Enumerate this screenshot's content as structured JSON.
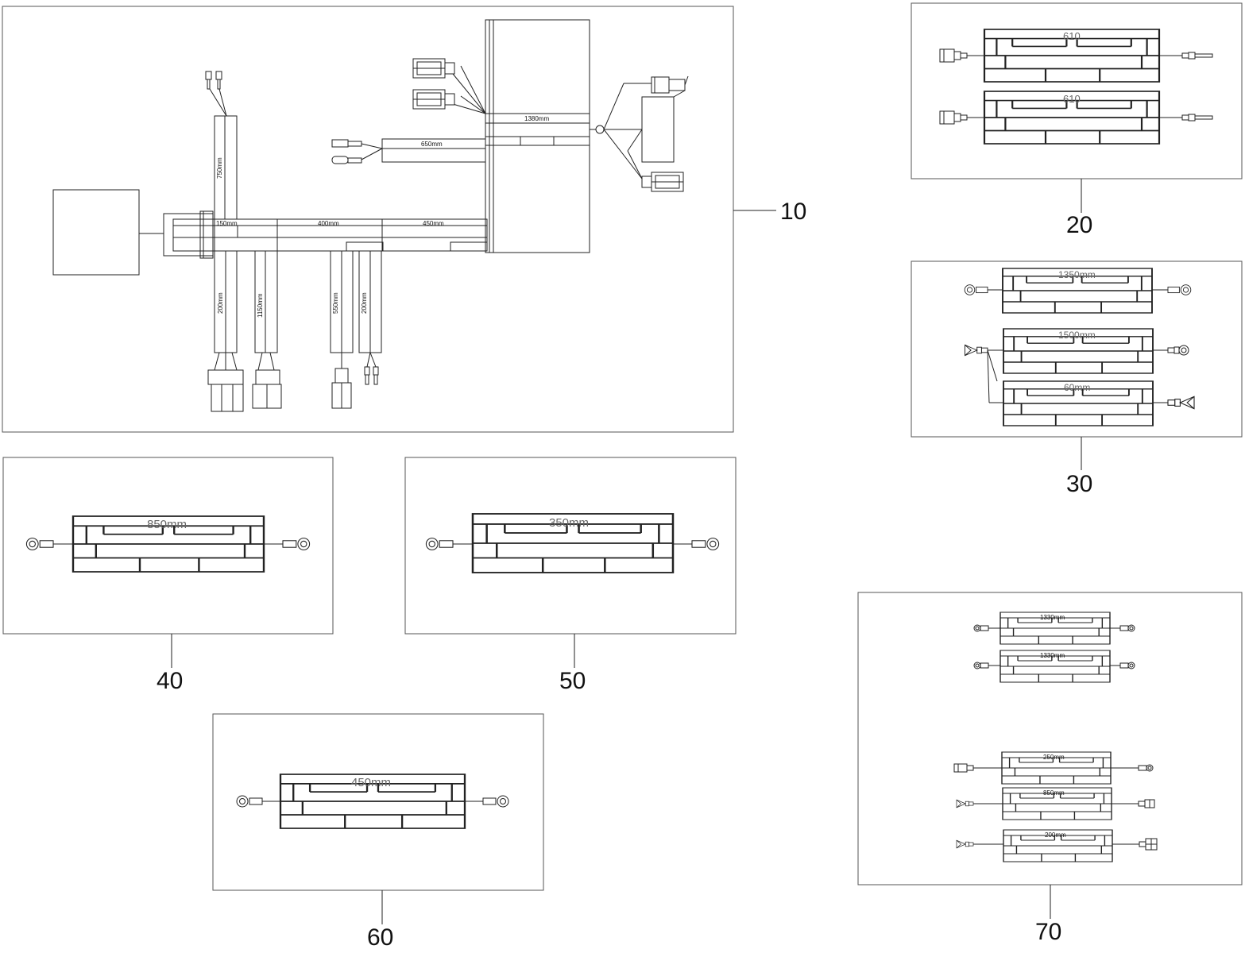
{
  "diagram": {
    "callouts": {
      "c10": "10",
      "c20": "20",
      "c30": "30",
      "c40": "40",
      "c50": "50",
      "c60": "60",
      "c70": "70"
    },
    "main_harness": {
      "len_750": "750mm",
      "len_150": "150mm",
      "len_400": "400mm",
      "len_450": "450mm",
      "len_650": "650mm",
      "len_1380": "1380mm",
      "len_200a": "200mm",
      "len_1150": "1150mm",
      "len_550": "550mm",
      "len_200b": "200mm"
    },
    "p20": {
      "top": "610",
      "bottom": "610"
    },
    "p30": {
      "top": "1350mm",
      "mid": "1500mm",
      "bottom": "60mm"
    },
    "p40": {
      "label": "850mm"
    },
    "p50": {
      "label": "350mm"
    },
    "p60": {
      "label": "450mm"
    },
    "p70": {
      "a": "1330mm",
      "b": "1330mm",
      "c": "250mm",
      "d": "850mm",
      "e": "200mm"
    }
  }
}
